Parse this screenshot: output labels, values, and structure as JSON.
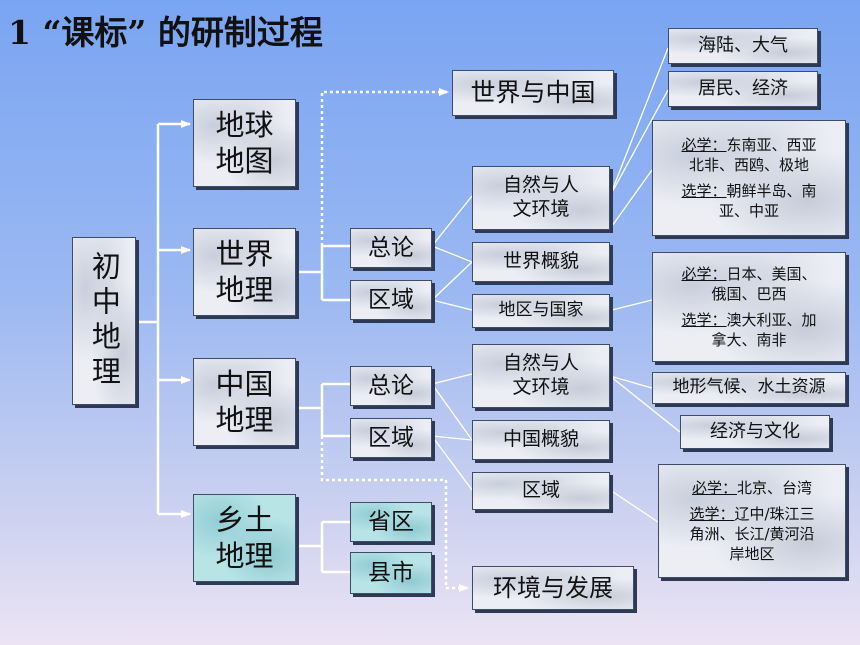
{
  "title": "1 “课标” 的研制过程",
  "root": "初中地理",
  "level1": {
    "globe": [
      "地球",
      "地图"
    ],
    "world": [
      "世界",
      "地理"
    ],
    "china": [
      "中国",
      "地理"
    ],
    "local": [
      "乡土",
      "地理"
    ]
  },
  "world_branch": {
    "top": "世界与中国",
    "general": "总论",
    "region": "区域"
  },
  "world_topics": {
    "nature": [
      "自然与人",
      "文环境"
    ],
    "overview": "世界概貌",
    "areas": "地区与国家"
  },
  "world_notes": {
    "sea_land": "海陆、大气",
    "residents": "居民、经济",
    "required_label": "必学：",
    "required_a": [
      "东南亚、西亚",
      "北非、西鸥、极地"
    ],
    "elective_label": "选学：",
    "elective_a": [
      "朝鲜半岛、南",
      "亚、中亚"
    ],
    "required_b": [
      "日本、美国、",
      "俄国、巴西"
    ],
    "elective_b": [
      "澳大利亚、加",
      "拿大、南非"
    ]
  },
  "china_branch": {
    "general": "总论",
    "region": "区域",
    "bottom": "环境与发展"
  },
  "china_topics": {
    "nature": [
      "自然与人",
      "文环境"
    ],
    "overview": "中国概貌",
    "region": "区域"
  },
  "china_notes": {
    "terrain": "地形气候、水土资源",
    "economy": "经济与文化",
    "required_label": "必学：",
    "required": "北京、台湾",
    "elective_label": "选学：",
    "elective": [
      "辽中/珠江三",
      "角洲、长江/黄河沿",
      "岸地区"
    ]
  },
  "local_branch": {
    "province": "省区",
    "county": "县市"
  }
}
